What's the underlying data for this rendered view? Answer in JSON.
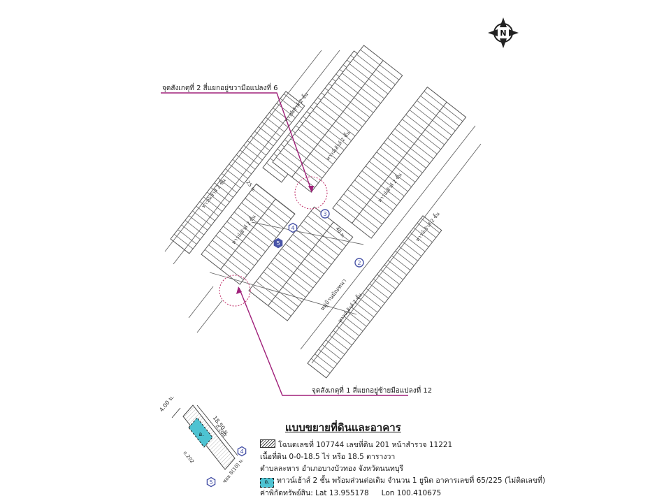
{
  "north_label": "N",
  "callouts": {
    "point2": "จุดสังเกตุที่ 2 สี่แยกอยู่ขวามือแปลงที่ 6",
    "point1": "จุดสังเกตุที่ 1 สี่แยกอยู่ซ้ายมือแปลงที่ 12"
  },
  "road_names": [
    "ทาวน์เฮ้าส์ 2 ชั้น",
    "ทาวน์เฮ้าส์ 2 ชั้น",
    "ทาวน์เฮ้าส์ 2 ชั้น",
    "ทาวน์เฮ้าส์ 2 ชั้น",
    "ทาวน์เฮ้าส์ 2 ชั้น",
    "ทาวน์เฮ้าส์ 2 ชั้น",
    "ทาวน์เฮ้าส์ 2 ชั้น"
  ],
  "village_name": "หมู่บ้านมัณฑนา",
  "road_widths": [
    "25 ม.",
    "40 ม."
  ],
  "markers": [
    "2",
    "3",
    "4",
    "5"
  ],
  "inset": {
    "dim_width": "4.00 ม.",
    "dim_depth": "18.50 ม.",
    "road_200": "ถ.200",
    "road_202": "ถ.202",
    "soi_label": "ซอย 8(10) ม.",
    "unit_label": "อ.",
    "marker_a": "4",
    "marker_b": "5"
  },
  "legend": {
    "title": "แบบขยายที่ดินและอาคาร",
    "line1": "โฉนดเลขที่ 107744 เลขที่ดิน 201 หน้าสำรวจ 11221",
    "line2": "เนื้อที่ดิน 0-0-18.5 ไร่ หรือ 18.5 ตารางวา",
    "line3": "ตำบลละหาร อำเภอบางบัวทอง จังหวัดนนทบุรี",
    "unit_chip": "อ.",
    "line4": "ทาวน์เฮ้าส์ 2 ชั้น พร้อมส่วนต่อเติม จำนวน 1 ยูนิต อาคารเลขที่ 65/225 (ไม่ติดเลขที่)",
    "coord_label": "ค่าพิกัดทรัพย์สิน:",
    "lat": "Lat 13.955178",
    "lon": "Lon 100.410675"
  },
  "colors": {
    "callout": "#a0207a",
    "marker": "#4a55a8",
    "highlight": "#4ec3d2",
    "line": "#555555"
  }
}
